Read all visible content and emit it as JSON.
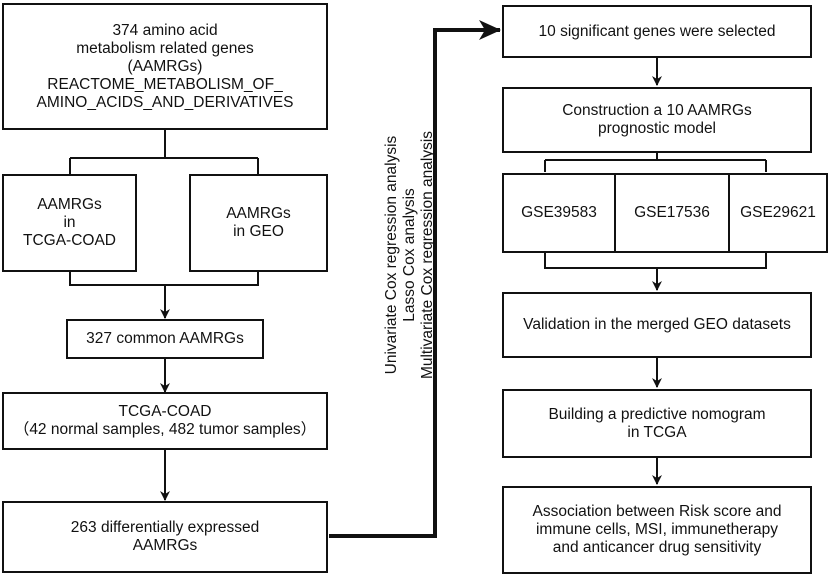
{
  "left": {
    "top_box": [
      "374 amino acid",
      "metabolism related genes",
      "(AAMRGs)",
      "REACTOME_METABOLISM_OF_",
      "AMINO_ACIDS_AND_DERIVATIVES"
    ],
    "tcga_box": [
      "AAMRGs",
      "in",
      "TCGA-COAD"
    ],
    "geo_box": [
      "AAMRGs",
      "in GEO"
    ],
    "common_box": [
      "327 common AAMRGs"
    ],
    "samples_box": [
      "TCGA-COAD",
      "（42 normal samples, 482 tumor samples）"
    ],
    "deg_box": [
      "263 differentially expressed",
      "AAMRGs"
    ]
  },
  "middle": {
    "analyses": [
      "Univariate Cox regression analysis",
      "Lasso Cox analysis",
      "Multivariate Cox regression analysis"
    ]
  },
  "right": {
    "selected_box": [
      "10 significant genes were selected"
    ],
    "model_box": [
      "Construction a 10 AAMRGs",
      "prognostic model"
    ],
    "gse1": [
      "GSE39583"
    ],
    "gse2": [
      "GSE17536"
    ],
    "gse3": [
      "GSE29621"
    ],
    "validation_box": [
      "Validation in the merged GEO datasets"
    ],
    "nomogram_box": [
      "Building a predictive nomogram",
      "in TCGA"
    ],
    "association_box": [
      "Association between Risk score and",
      "immune cells, MSI, immunetherapy",
      "and anticancer drug sensitivity"
    ]
  }
}
